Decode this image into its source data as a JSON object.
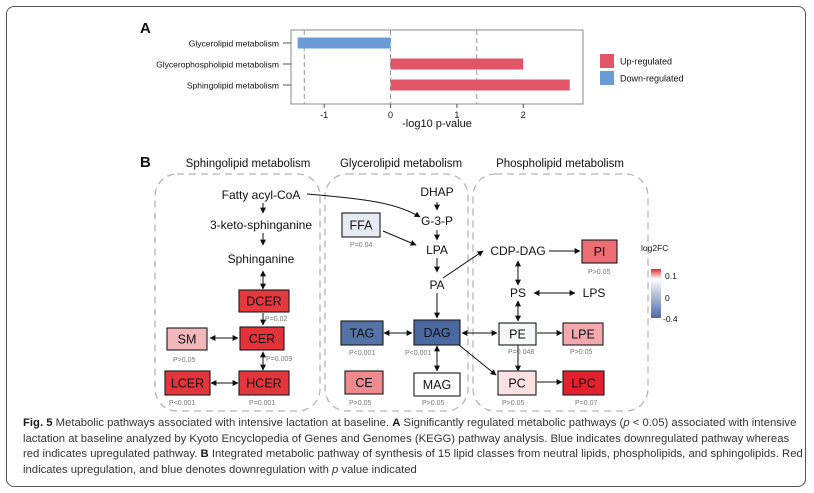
{
  "panel_a": {
    "label": "A",
    "chart_data": {
      "type": "bar",
      "orientation": "horizontal",
      "categories": [
        "Glycerolipid metabolism",
        "Glycerophospholipid metabolism",
        "Sphingolipid metabolism"
      ],
      "values": [
        -1.4,
        2.0,
        2.7
      ],
      "bar_colors": [
        "#6a9bd4",
        "#e05568",
        "#e05568"
      ],
      "xlabel": "-log10 p-value",
      "xticks": [
        -1,
        0,
        1,
        2
      ],
      "xlim": [
        -1.5,
        2.9
      ],
      "threshold_lines": [
        -1.3,
        1.3
      ],
      "legend": [
        {
          "label": "Up-regulated",
          "color": "#e05568"
        },
        {
          "label": "Down-regulated",
          "color": "#6a9bd4"
        }
      ],
      "legend_placement": "right",
      "grid": false
    }
  },
  "panel_b": {
    "label": "B",
    "sections": [
      "Sphingolipid metabolism",
      "Glycerolipid metabolism",
      "Phospholipid metabolism"
    ],
    "labels": {
      "fatty": "Fatty acyl-CoA",
      "keto": "3-keto-sphinganine",
      "sphinganine": "Sphinganine",
      "dhap": "DHAP",
      "g3p": "G-3-P",
      "lpa": "LPA",
      "pa": "PA",
      "cdpdag": "CDP-DAG",
      "ps": "PS",
      "lps": "LPS"
    },
    "nodes": {
      "DCER": {
        "label": "DCER",
        "p": "P=0.02",
        "color": "#e23a3f"
      },
      "CER": {
        "label": "CER",
        "p": "P=0.009",
        "color": "#e4323b"
      },
      "SM": {
        "label": "SM",
        "p": "P>0.05",
        "color": "#f2b7bb"
      },
      "LCER": {
        "label": "LCER",
        "p": "P<0.001",
        "color": "#e1363c"
      },
      "HCER": {
        "label": "HCER",
        "p": "P=0.001",
        "color": "#e1363c"
      },
      "FFA": {
        "label": "FFA",
        "p": "P=0.04",
        "color": "#e6ebf3"
      },
      "TAG": {
        "label": "TAG",
        "p": "P<0.001",
        "color": "#5573a6"
      },
      "DAG": {
        "label": "DAG",
        "p": "P<0.001",
        "color": "#4b69a0"
      },
      "CE": {
        "label": "CE",
        "p": "P>0.05",
        "color": "#ef8b90"
      },
      "MAG": {
        "label": "MAG",
        "p": "P>0.05",
        "color": "#ffffff"
      },
      "PI": {
        "label": "PI",
        "p": "P>0.05",
        "color": "#ec6d73"
      },
      "PE": {
        "label": "PE",
        "p": "P=0.048",
        "color": "#f5f7fb"
      },
      "LPE": {
        "label": "LPE",
        "p": "P>0.05",
        "color": "#f3a8ad"
      },
      "PC": {
        "label": "PC",
        "p": "P>0.05",
        "color": "#fbe1e3"
      },
      "LPC": {
        "label": "LPC",
        "p": "P=0.07",
        "color": "#e3202d"
      }
    },
    "colorbar": {
      "title": "log2FC",
      "ticks": [
        "0.1",
        "0",
        "-0.4"
      ],
      "high": "#e8242e",
      "mid": "#ffffff",
      "low": "#4a69a3"
    }
  },
  "caption": {
    "fig_label": "Fig. 5",
    "title": "Metabolic pathways associated with intensive lactation at baseline.",
    "a_label": "A",
    "a_text_1": "Significantly regulated metabolic pathways (",
    "a_p": "p",
    "a_text_2": "< 0.05) associated with intensive lactation at baseline analyzed by Kyoto Encyclopedia of Genes and Genomes (KEGG) pathway analysis. Blue indicates downregulated pathway whereas red indicates upregulated pathway.",
    "b_label": "B",
    "b_text_1": "Integrated metabolic pathway of synthesis of 15 lipid classes from neutral lipids, phospholipids, and sphingolipids. Red indicates upregulation, and blue denotes downregulation with",
    "b_p": "p",
    "b_text_2": "value indicated"
  }
}
